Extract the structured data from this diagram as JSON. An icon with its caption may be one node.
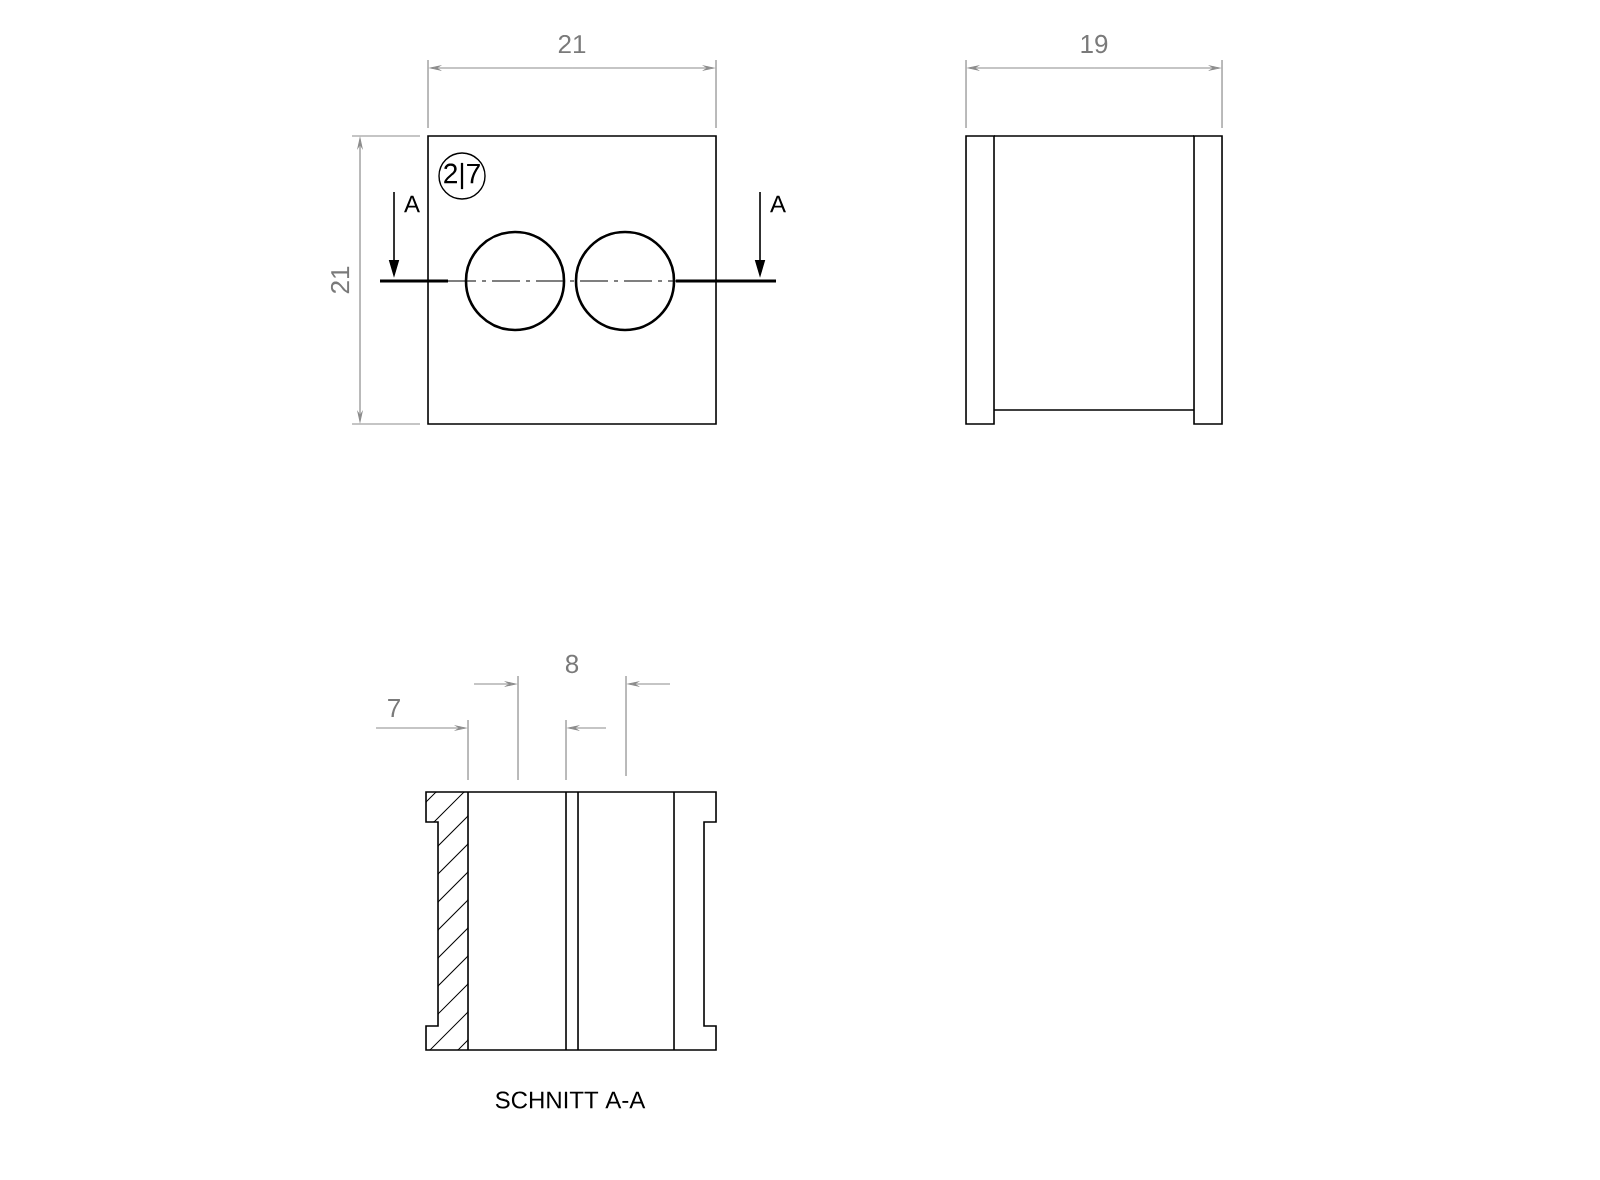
{
  "diagram": {
    "labels": [
      "21",
      "19",
      "2|7",
      "A",
      "A",
      "21",
      "8",
      "7",
      "SCHNITT A-A"
    ]
  }
}
